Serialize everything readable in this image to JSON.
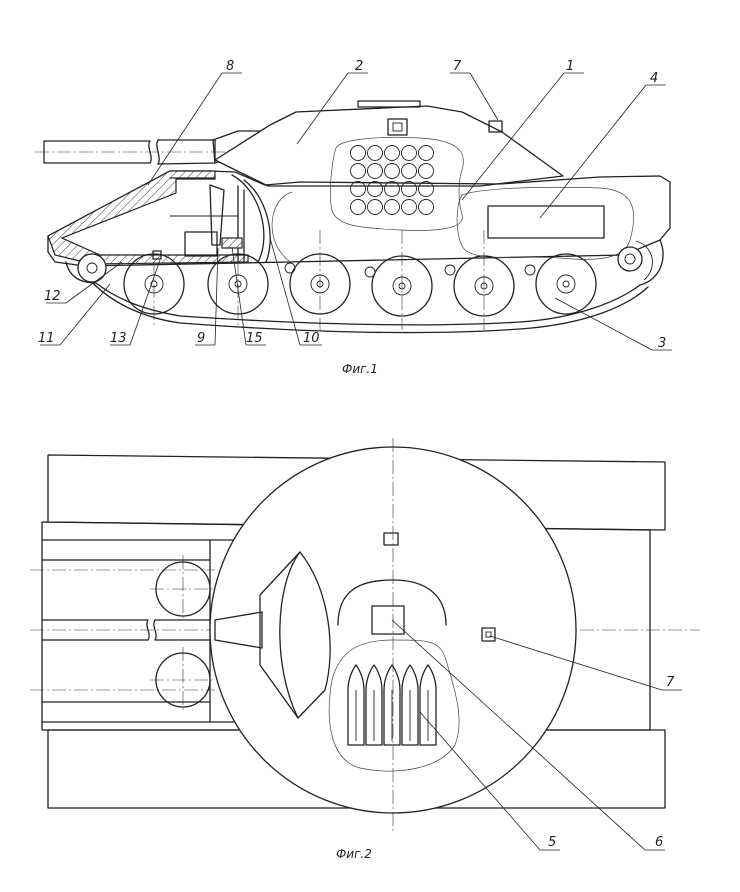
{
  "figures": [
    {
      "caption": "Фиг.1",
      "labels": [
        "8",
        "2",
        "7",
        "1",
        "4",
        "12",
        "11",
        "13",
        "9",
        "15",
        "10",
        "3"
      ]
    },
    {
      "caption": "Фиг.2",
      "labels": [
        "7",
        "5",
        "6"
      ]
    }
  ]
}
